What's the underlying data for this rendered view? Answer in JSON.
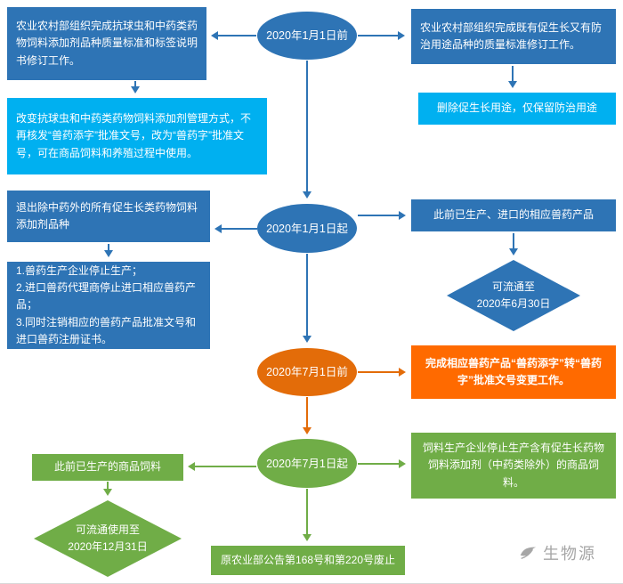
{
  "palette": {
    "blue": "#2e74b5",
    "cyan": "#00b0f0",
    "orange_dark": "#e36c09",
    "orange": "#ff6a00",
    "green": "#70ad47",
    "node_text": "#ffffff",
    "watermark_gray": "#a6a6a6"
  },
  "milestones": {
    "m1": "2020年1月1日前",
    "m2": "2020年1月1日起",
    "m3": "2020年7月1日前",
    "m4": "2020年7月1日起"
  },
  "boxes": {
    "top_left": "农业农村部组织完成抗球虫和中药类药物饲料添加剂品种质量标准和标签说明书修订工作。",
    "top_right": "农业农村部组织完成既有促生长又有防治用途品种的质量标准修订工作。",
    "manage_change": "改变抗球虫和中药类药物饲料添加剂管理方式，不再核发“兽药添字”批准文号，改为“兽药字”批准文号，可在商品饲料和养殖过程中使用。",
    "delete_growth": "删除促生长用途，仅保留防治用途",
    "exit_products": "退出除中药外的所有促生长类药物饲料添加剂品种",
    "produced_imported": "此前已生产、进口的相应兽药产品",
    "stop_list": "1.兽药生产企业停止生产；\n2.进口兽药代理商停止进口相应兽药产品；\n3.同时注销相应的兽药产品批准文号和进口兽药注册证书。",
    "circulate_until_jun": "可流通至\n2020年6月30日",
    "change_approval": "完成相应兽药产品“兽药添字”转“兽药字”批准文号变更工作。",
    "feed_stop": "饲料生产企业停止生产含有促生长药物饲料添加剂（中药类除外）的商品饲料。",
    "produced_feed": "此前已生产的商品饲料",
    "circulate_until_dec": "可流通使用至\n2020年12月31日",
    "announcement_abolish": "原农业部公告第168号和第220号废止"
  },
  "watermark": {
    "text": "生物源"
  }
}
